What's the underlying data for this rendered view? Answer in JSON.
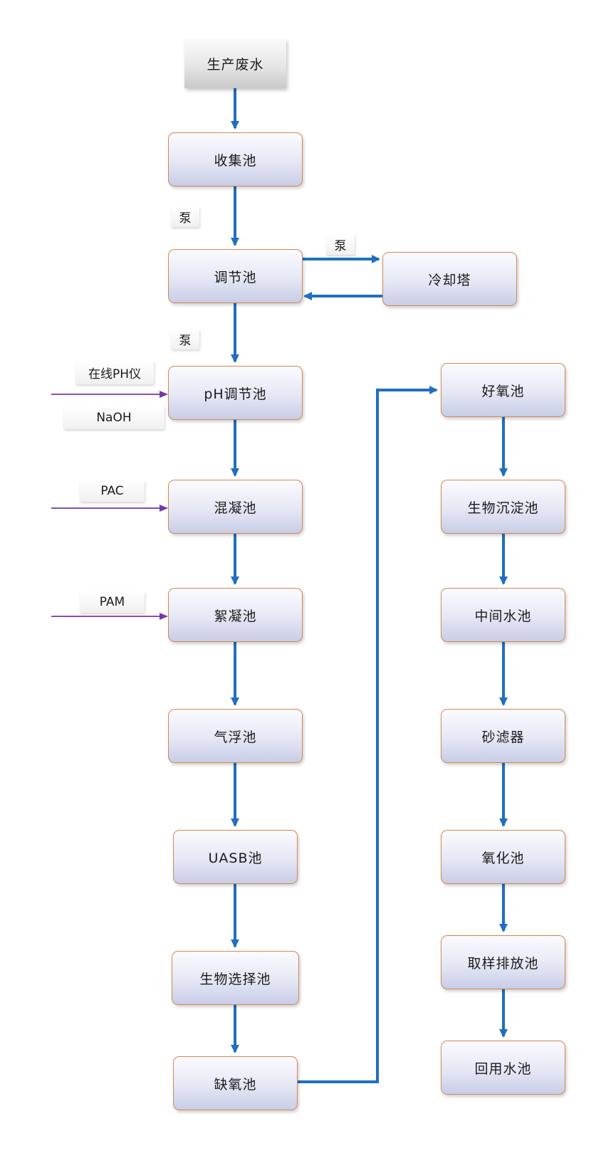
{
  "diagram": {
    "source": "生产废水",
    "nodes": {
      "collection": "收集池",
      "equalization": "调节池",
      "cooling_tower": "冷却塔",
      "ph_adjust": "pH调节池",
      "coagulation": "混凝池",
      "flocculation": "絮凝池",
      "air_flotation": "气浮池",
      "uasb": "UASB池",
      "bio_selector": "生物选择池",
      "anoxic": "缺氧池",
      "aerobic": "好氧池",
      "bio_sedimentation": "生物沉淀池",
      "intermediate": "中间水池",
      "sand_filter": "砂滤器",
      "oxidation": "氧化池",
      "sampling_discharge": "取样排放池",
      "reuse": "回用水池"
    },
    "labels": {
      "pump_1": "泵",
      "pump_2": "泵",
      "pump_3": "泵",
      "online_ph": "在线PH仪",
      "naoh": "NaOH",
      "pac": "PAC",
      "pam": "PAM"
    },
    "colors": {
      "flow_arrow": "#1f6fc1",
      "dosing_arrow": "#7a35a8",
      "node_border": "#d4884f"
    }
  }
}
